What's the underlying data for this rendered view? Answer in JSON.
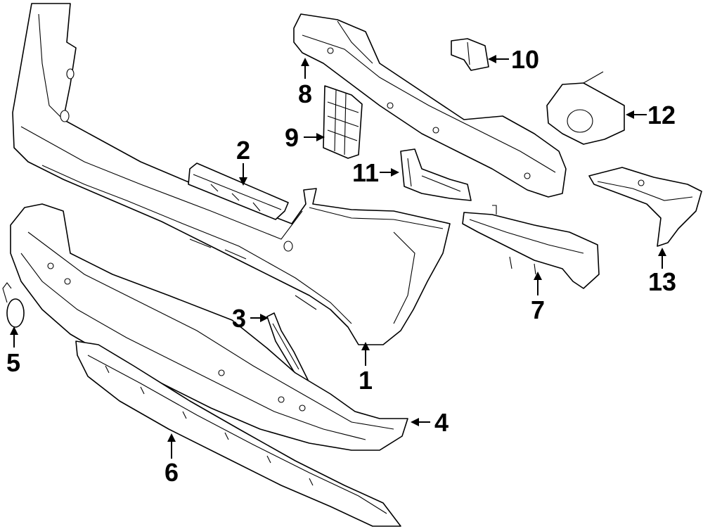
{
  "callouts": {
    "c1": "1",
    "c2": "2",
    "c3": "3",
    "c4": "4",
    "c5": "5",
    "c6": "6",
    "c7": "7",
    "c8": "8",
    "c9": "9",
    "c10": "10",
    "c11": "11",
    "c12": "12",
    "c13": "13"
  },
  "colors": {
    "line": "#000000",
    "fill": "#ffffff",
    "background": "#ffffff"
  }
}
